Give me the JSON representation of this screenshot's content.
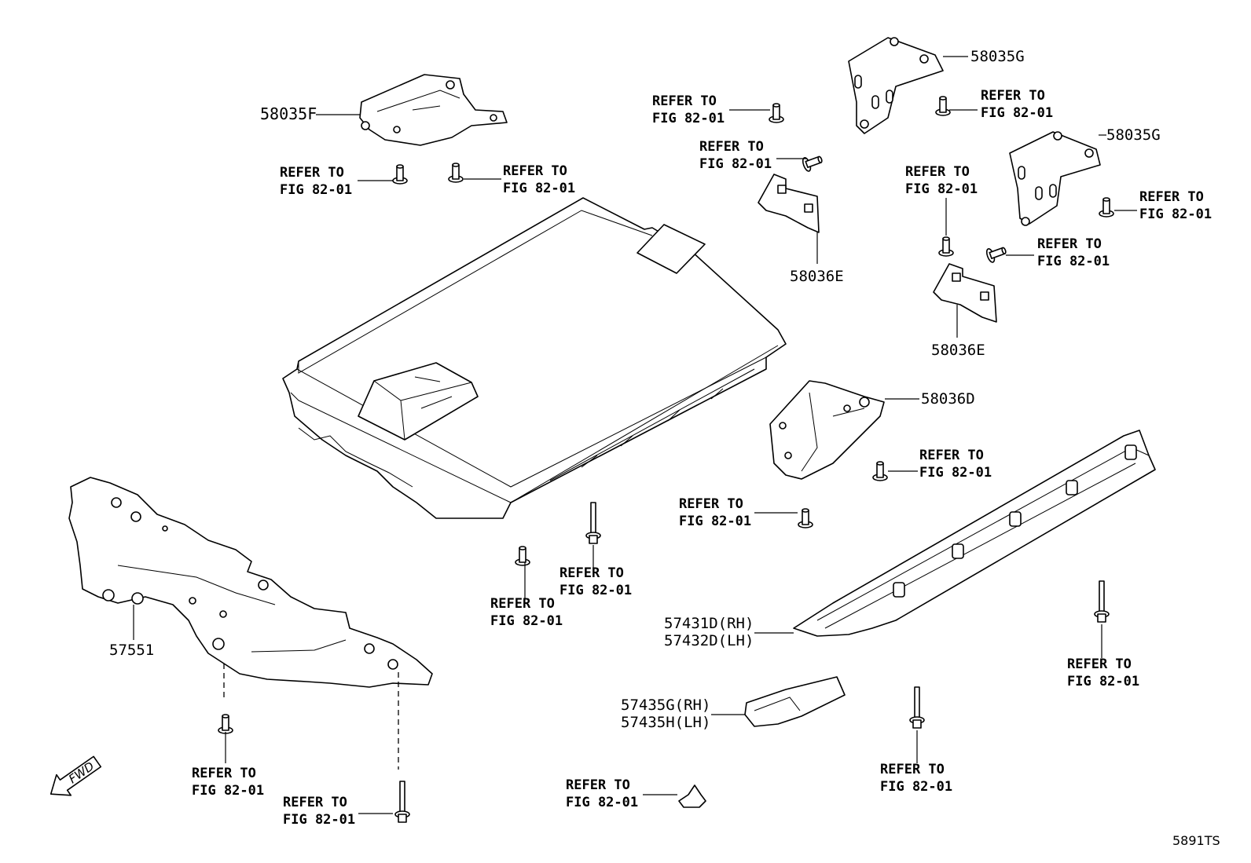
{
  "refer_line1": "REFER TO",
  "refer_line2": "FIG 82-01",
  "parts": {
    "p58035F": "58035F",
    "p58035G": "58035G",
    "p58036E": "58036E",
    "p58036D": "58036D",
    "p57551": "57551",
    "p57431D": "57431D(RH)",
    "p57432D": "57432D(LH)",
    "p57435G": "57435G(RH)",
    "p57435H": "57435H(LH)"
  },
  "fwd_label": "FWD",
  "diagram_code": "5891TS",
  "icons": [
    "fwd-arrow-icon",
    "bolt-icon",
    "nut-icon",
    "stud-bolt-icon",
    "clip-icon"
  ]
}
